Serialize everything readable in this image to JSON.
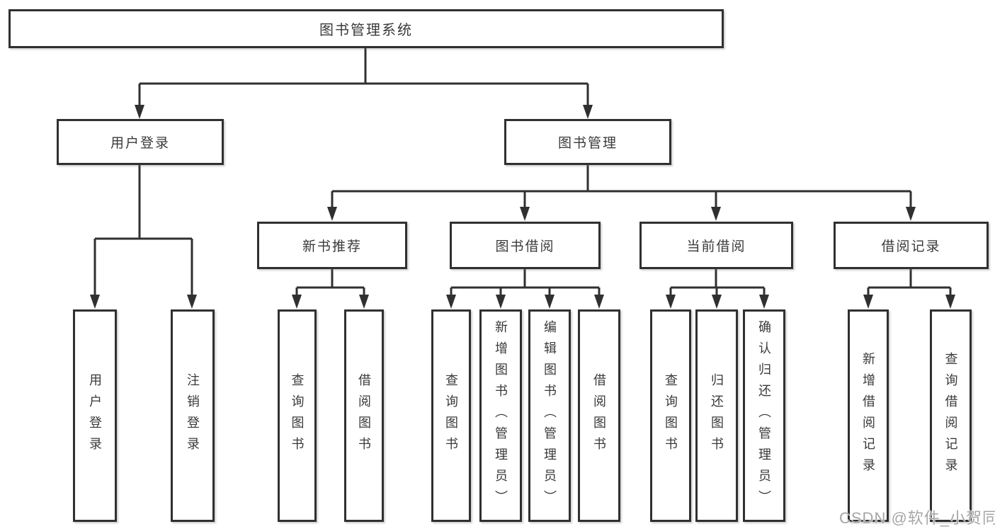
{
  "colors": {
    "line": "#303030",
    "text": "#3a3a3a",
    "watermark": "#a6a6a6",
    "background": "#ffffff"
  },
  "root": {
    "label": "图书管理系统"
  },
  "level1": {
    "user_login": {
      "label": "用户登录"
    },
    "book_management": {
      "label": "图书管理"
    }
  },
  "user_login_children": [
    {
      "label": "用户登录"
    },
    {
      "label": "注销登录"
    }
  ],
  "level2": [
    {
      "label": "新书推荐",
      "children": [
        {
          "label": "查询图书"
        },
        {
          "label": "借阅图书"
        }
      ]
    },
    {
      "label": "图书借阅",
      "children": [
        {
          "label": "查询图书"
        },
        {
          "label": "新增图书（管理员）"
        },
        {
          "label": "编辑图书（管理员）"
        },
        {
          "label": "借阅图书"
        }
      ]
    },
    {
      "label": "当前借阅",
      "children": [
        {
          "label": "查询图书"
        },
        {
          "label": "归还图书"
        },
        {
          "label": "确认归还（管理员）"
        }
      ]
    },
    {
      "label": "借阅记录",
      "children": [
        {
          "label": "新增借阅记录"
        },
        {
          "label": "查询借阅记录"
        }
      ]
    }
  ],
  "watermark": {
    "text": "CSDN @软件_小贺同学"
  }
}
